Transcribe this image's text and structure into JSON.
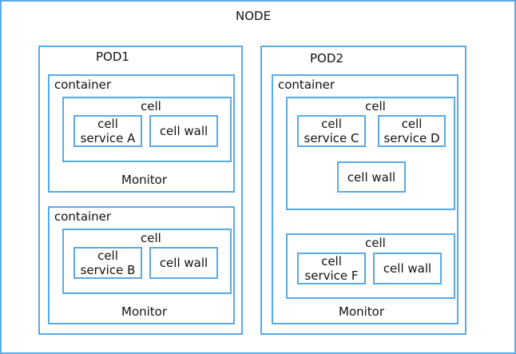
{
  "colors": {
    "border": "#5aaae6",
    "background": "#ffffff",
    "text": "#111111"
  },
  "node": {
    "label": "NODE"
  },
  "pods": [
    {
      "label": "POD1",
      "containers": [
        {
          "label": "container",
          "cell_label": "cell",
          "services": [
            "cell\nservice A"
          ],
          "wall": "cell wall",
          "monitor": "Monitor"
        },
        {
          "label": "container",
          "cell_label": "cell",
          "services": [
            "cell\nservice B"
          ],
          "wall": "cell wall",
          "monitor": "Monitor"
        }
      ]
    },
    {
      "label": "POD2",
      "containers": [
        {
          "label": "container",
          "cells": [
            {
              "label": "cell",
              "services": [
                "cell\nservice C",
                "cell\nservice D"
              ],
              "wall": "cell wall"
            },
            {
              "label": "cell",
              "services": [
                "cell\nservice F"
              ],
              "wall": "cell wall"
            }
          ],
          "monitor": "Monitor"
        }
      ]
    }
  ]
}
